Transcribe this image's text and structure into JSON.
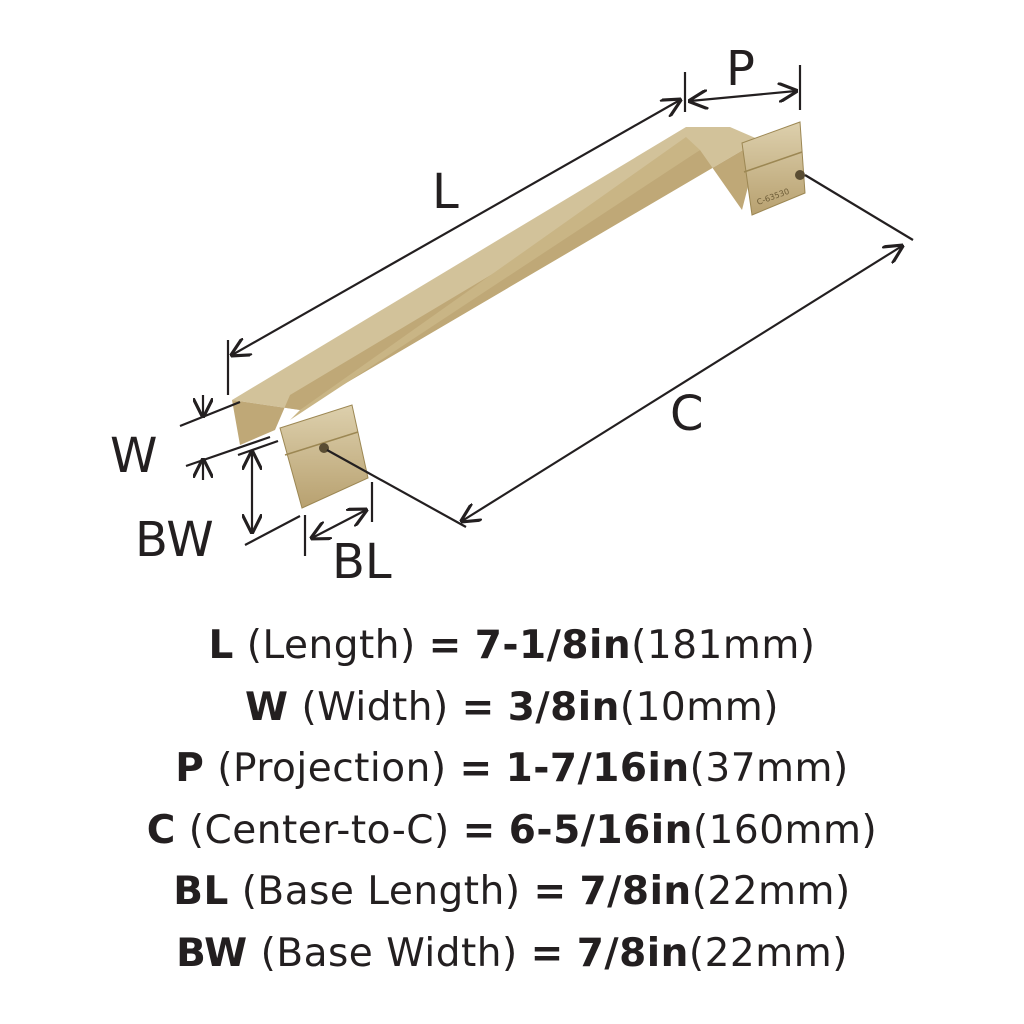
{
  "diagram": {
    "labels": {
      "L": "L",
      "P": "P",
      "C": "C",
      "W": "W",
      "BW": "BW",
      "BL": "BL"
    },
    "engraving": "C-63530",
    "colors": {
      "handle": "#c8b68a",
      "handle_dark": "#a8925e",
      "handle_light": "#ddd0ad",
      "line": "#231f20"
    }
  },
  "specs": [
    {
      "code": "L",
      "name": "(Length)",
      "eq": "=",
      "imperial": "7-1/8in",
      "metric": "(181mm)"
    },
    {
      "code": "W",
      "name": "(Width)",
      "eq": "=",
      "imperial": "3/8in",
      "metric": "(10mm)"
    },
    {
      "code": "P",
      "name": "(Projection)",
      "eq": "=",
      "imperial": "1-7/16in",
      "metric": "(37mm)"
    },
    {
      "code": "C",
      "name": "(Center-to-C)",
      "eq": "=",
      "imperial": "6-5/16in",
      "metric": "(160mm)"
    },
    {
      "code": "BL",
      "name": "(Base Length)",
      "eq": "=",
      "imperial": "7/8in",
      "metric": "(22mm)"
    },
    {
      "code": "BW",
      "name": "(Base Width)",
      "eq": "=",
      "imperial": "7/8in",
      "metric": "(22mm)"
    }
  ]
}
